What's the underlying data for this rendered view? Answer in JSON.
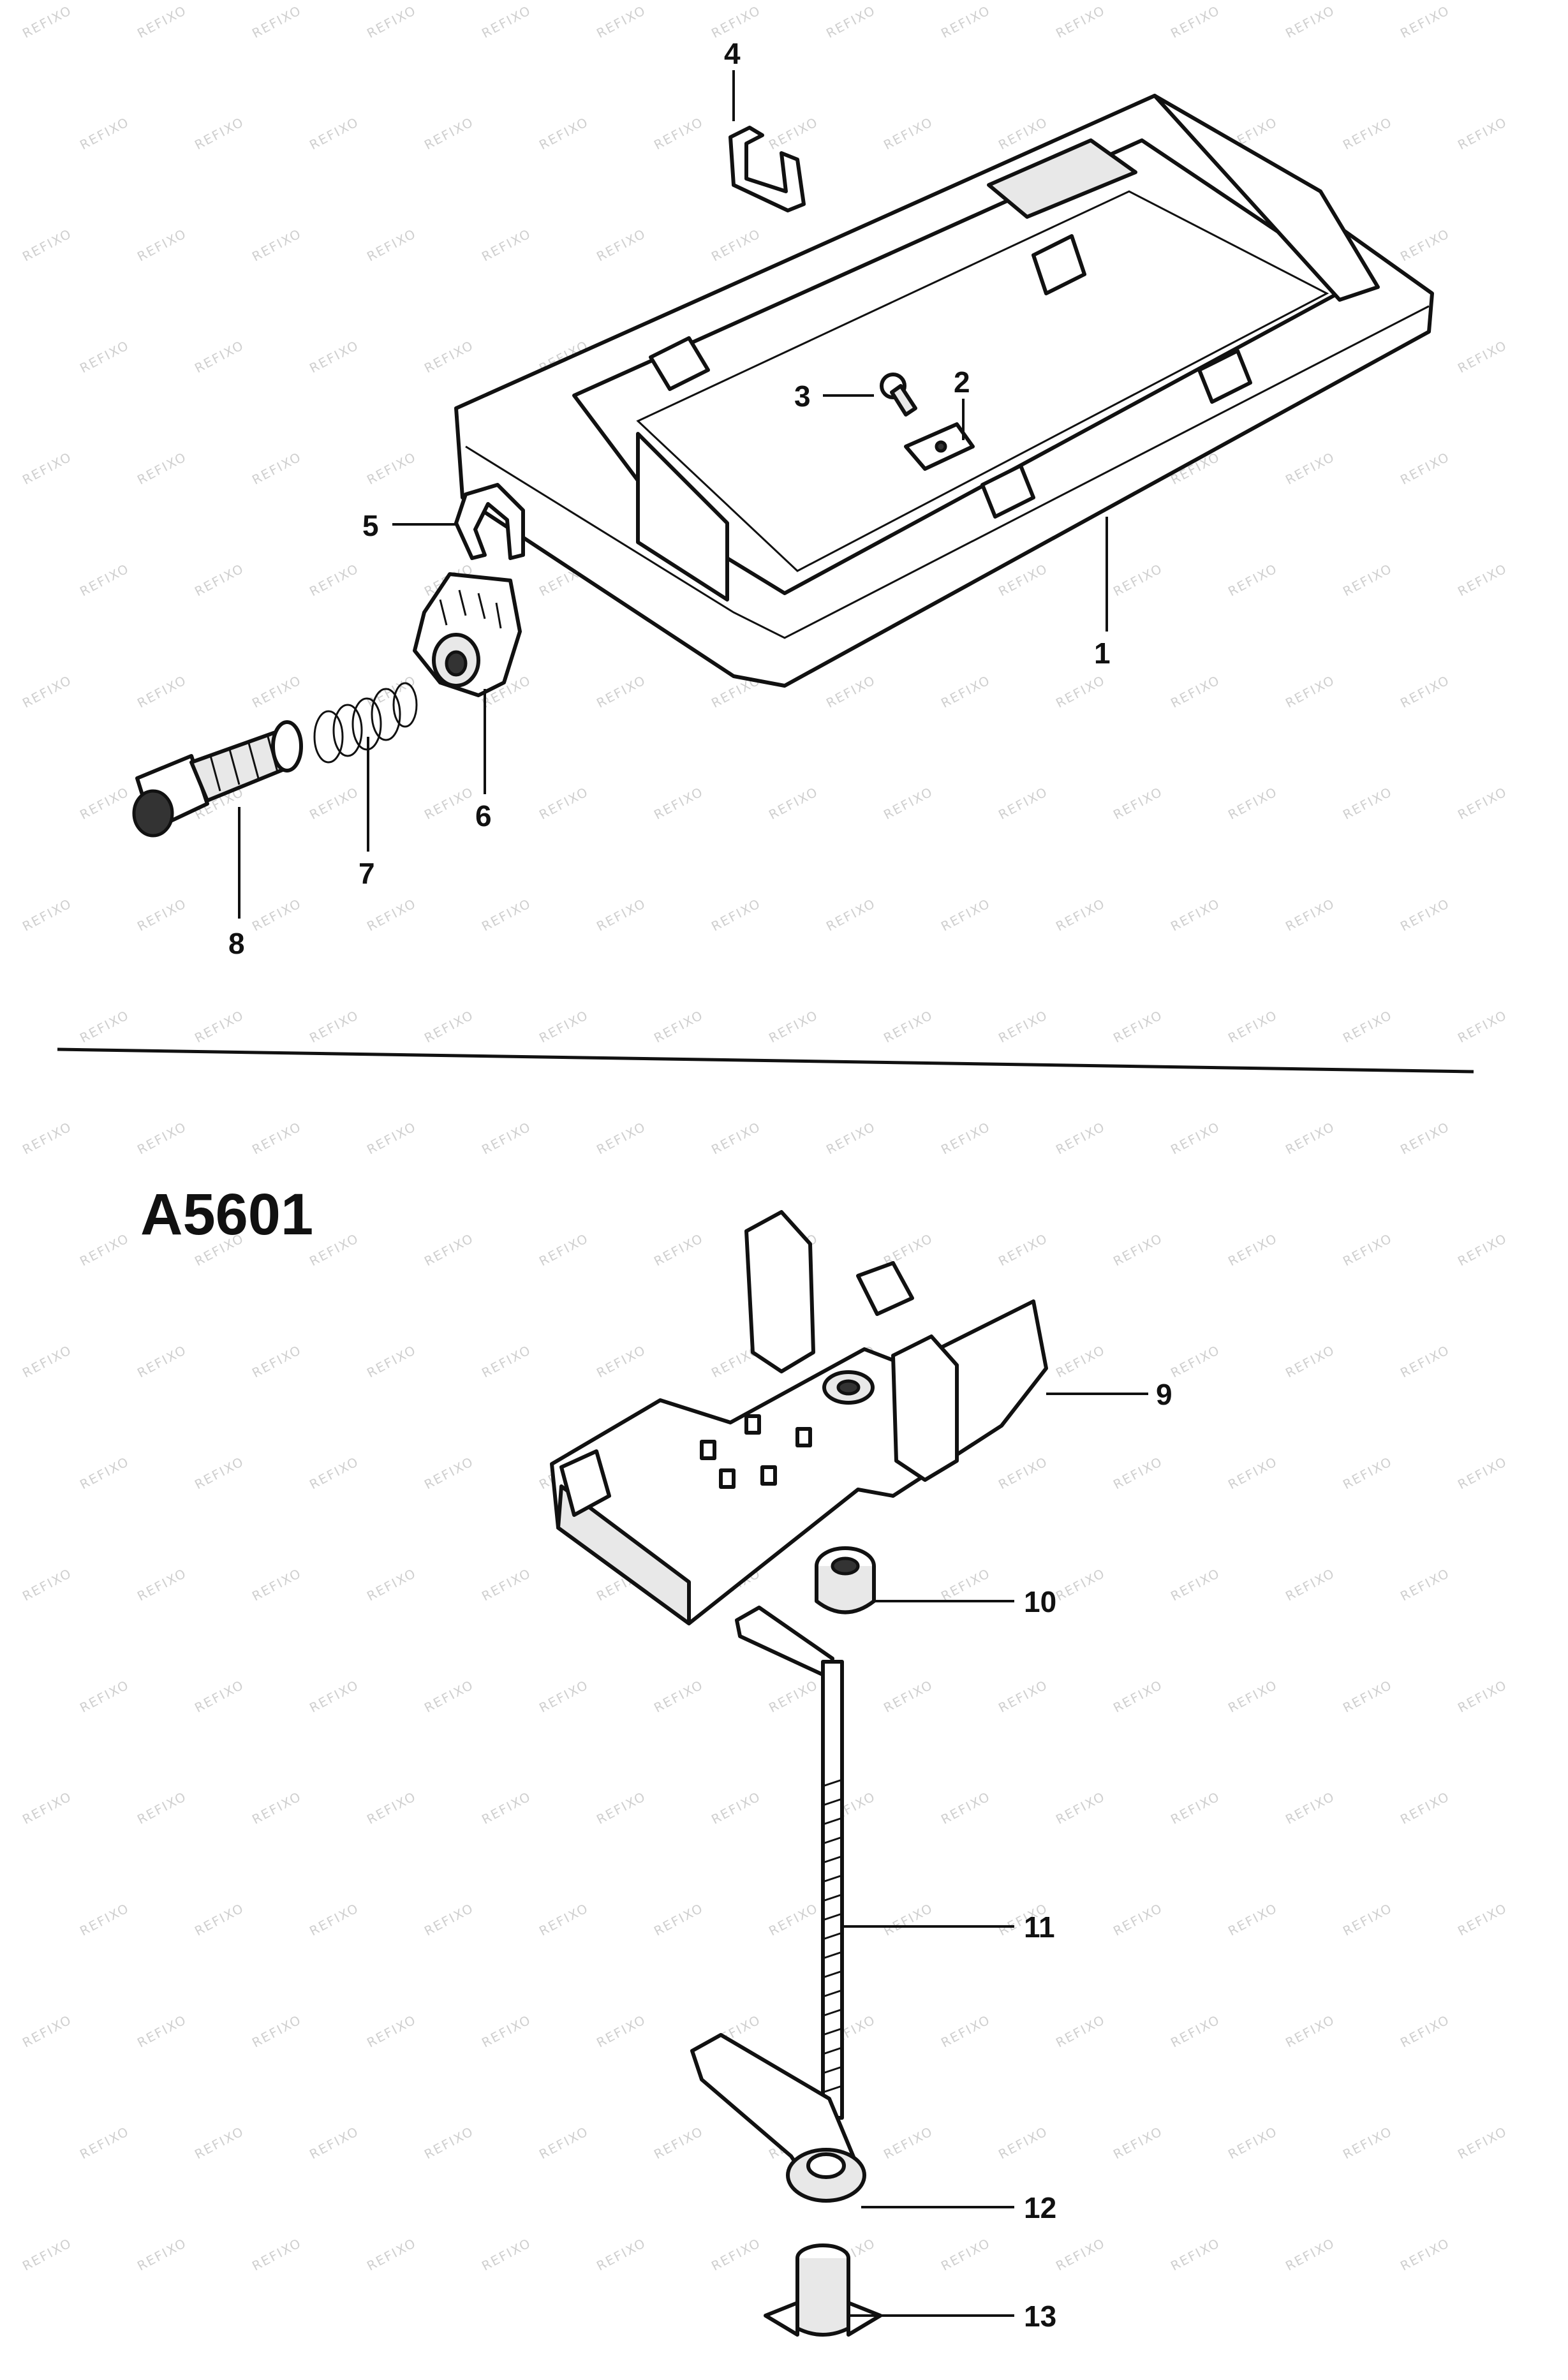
{
  "diagram_code": "A5601",
  "watermark": "REFIXO",
  "callouts": [
    "1",
    "2",
    "3",
    "4",
    "5",
    "6",
    "7",
    "8",
    "9",
    "10",
    "11",
    "12",
    "13"
  ]
}
